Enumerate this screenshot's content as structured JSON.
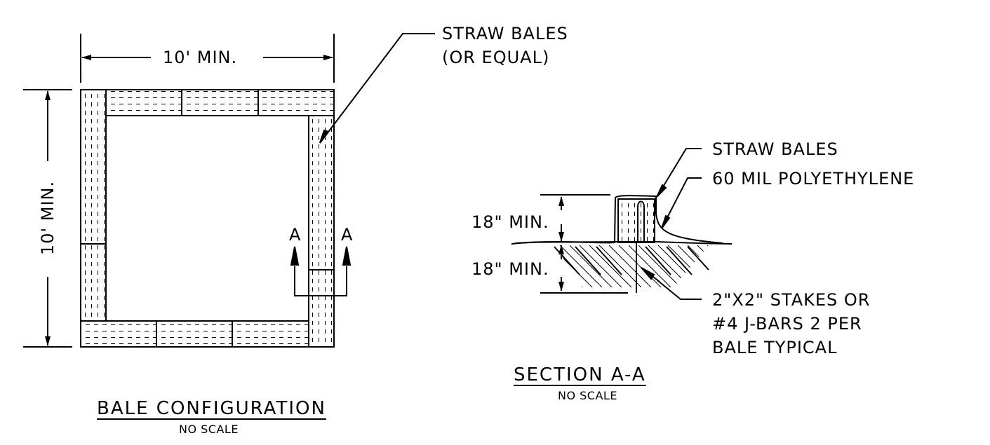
{
  "bale_configuration": {
    "dim_top": "10' MIN.",
    "dim_left": "10' MIN.",
    "callout": [
      "STRAW BALES",
      "(OR EQUAL)"
    ],
    "section_marker_left": "A",
    "section_marker_right": "A",
    "title": "BALE CONFIGURATION",
    "scale": "NO SCALE"
  },
  "section_a_a": {
    "callout_bales": "STRAW BALES",
    "callout_poly": "60 MIL POLYETHYLENE",
    "dim_above": "18\" MIN.",
    "dim_below": "18\" MIN.",
    "callout_stakes": [
      "2\"X2\" STAKES OR",
      "#4 J-BARS 2 PER",
      "BALE TYPICAL"
    ],
    "title": "SECTION A-A",
    "scale": "NO SCALE"
  }
}
